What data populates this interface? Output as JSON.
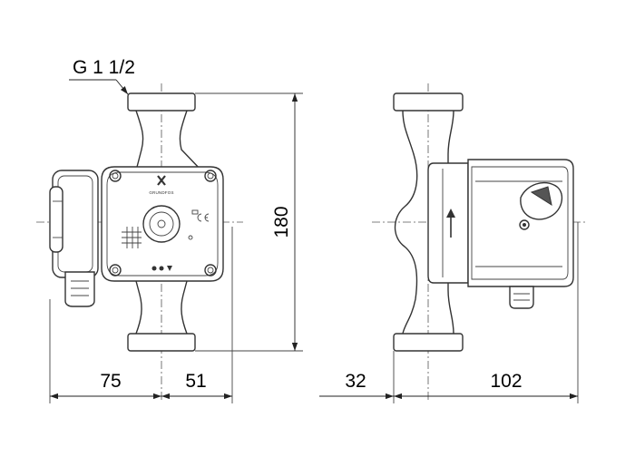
{
  "thread_label": "G 1 1/2",
  "brand": "GRUNDFOS",
  "dimensions": {
    "height": "180",
    "left_width": "75",
    "right_width": "51",
    "side_left": "32",
    "side_right": "102"
  }
}
